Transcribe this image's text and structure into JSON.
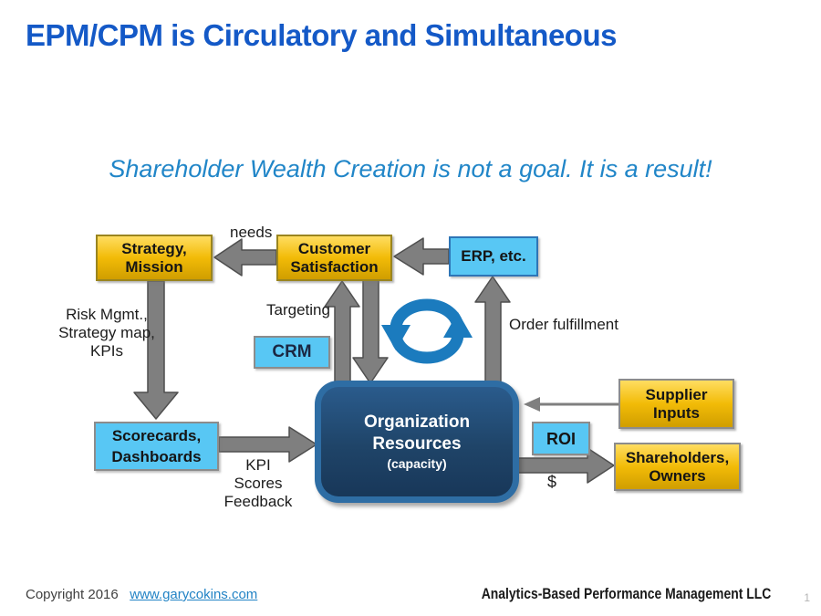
{
  "slide": {
    "title": "EPM/CPM is Circulatory and Simultaneous",
    "subtitle": "Shareholder Wealth Creation is not a goal. It is a result!",
    "page_number": "1"
  },
  "colors": {
    "title_blue": "#1459C7",
    "subtitle_blue": "#2186C8",
    "gold_box": "#F2BB07",
    "light_blue_box": "#58C7F4",
    "navy_box": "#1F4468",
    "arrow_gray": "#7F7F7F",
    "cycle_icon_blue": "#1B7BBE"
  },
  "boxes": {
    "strategy": {
      "line1": "Strategy,",
      "line2": "Mission"
    },
    "customer": {
      "line1": "Customer",
      "line2": "Satisfaction"
    },
    "erp": {
      "label": "ERP, etc."
    },
    "crm": {
      "label": "CRM"
    },
    "organization": {
      "line1": "Organization",
      "line2": "Resources",
      "line3": "(capacity)"
    },
    "scorecards": {
      "line1": "Scorecards,",
      "line2": "Dashboards"
    },
    "supplier": {
      "line1": "Supplier",
      "line2": "Inputs"
    },
    "roi": {
      "label": "ROI"
    },
    "shareholders": {
      "line1": "Shareholders,",
      "line2": "Owners"
    }
  },
  "labels": {
    "needs": "needs",
    "targeting": "Targeting",
    "risk_line1": "Risk Mgmt.,",
    "risk_line2": "Strategy map,",
    "risk_line3": "KPIs",
    "order_fulfillment": "Order fulfillment",
    "kpi_line1": "KPI",
    "kpi_line2": "Scores",
    "kpi_line3": "Feedback",
    "dollar": "$"
  },
  "footer": {
    "copyright": "Copyright 2016",
    "link": "www.garycokins.com",
    "brand": "Analytics-Based Performance Management LLC"
  }
}
